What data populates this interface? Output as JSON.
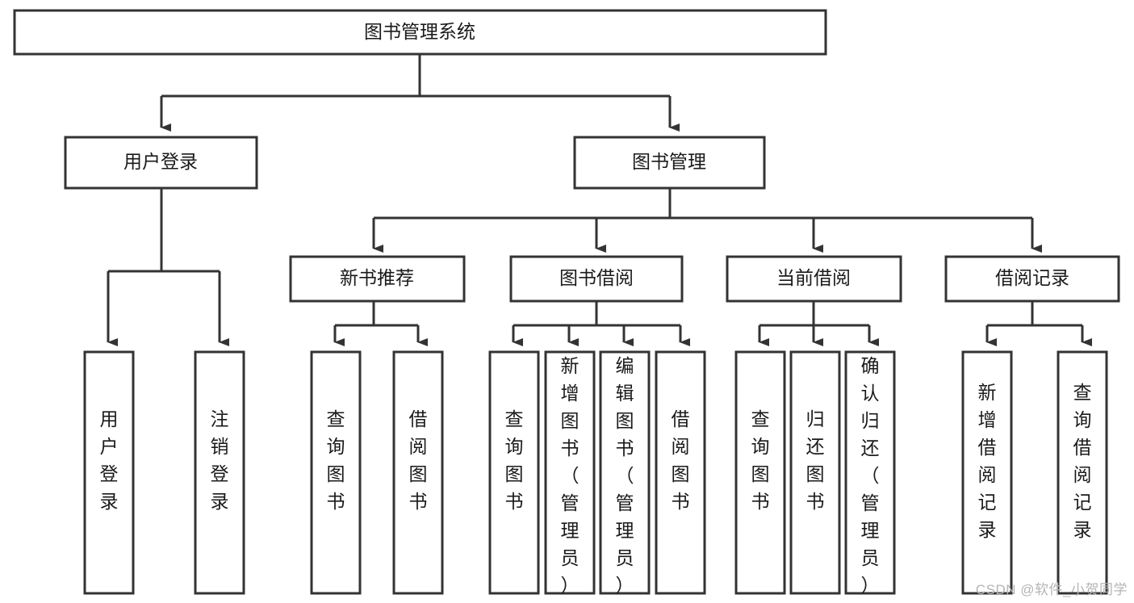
{
  "diagram": {
    "title": "图书管理系统",
    "watermark": "CSDN @软件_小贺同学",
    "colors": {
      "background": "#ffffff",
      "box_fill": "#ffffff",
      "box_stroke": "#333333",
      "text": "#1a1a1a",
      "watermark": "#b4b4b4"
    },
    "levels": {
      "root": {
        "label": "图书管理系统"
      },
      "level2": [
        {
          "label": "用户登录"
        },
        {
          "label": "图书管理"
        }
      ],
      "level3": [
        {
          "label": "新书推荐"
        },
        {
          "label": "图书借阅"
        },
        {
          "label": "当前借阅"
        },
        {
          "label": "借阅记录"
        }
      ],
      "leaves": [
        {
          "label": "用户登录",
          "parent": "用户登录"
        },
        {
          "label": "注销登录",
          "parent": "用户登录"
        },
        {
          "label": "查询图书",
          "parent": "新书推荐"
        },
        {
          "label": "借阅图书",
          "parent": "新书推荐"
        },
        {
          "label": "查询图书",
          "parent": "图书借阅"
        },
        {
          "label": "新增图书（管理员）",
          "parent": "图书借阅"
        },
        {
          "label": "编辑图书（管理员）",
          "parent": "图书借阅"
        },
        {
          "label": "借阅图书",
          "parent": "图书借阅"
        },
        {
          "label": "查询图书",
          "parent": "当前借阅"
        },
        {
          "label": "归还图书",
          "parent": "当前借阅"
        },
        {
          "label": "确认归还（管理员）",
          "parent": "当前借阅"
        },
        {
          "label": "新增借阅记录",
          "parent": "借阅记录"
        },
        {
          "label": "查询借阅记录",
          "parent": "借阅记录"
        }
      ]
    }
  }
}
